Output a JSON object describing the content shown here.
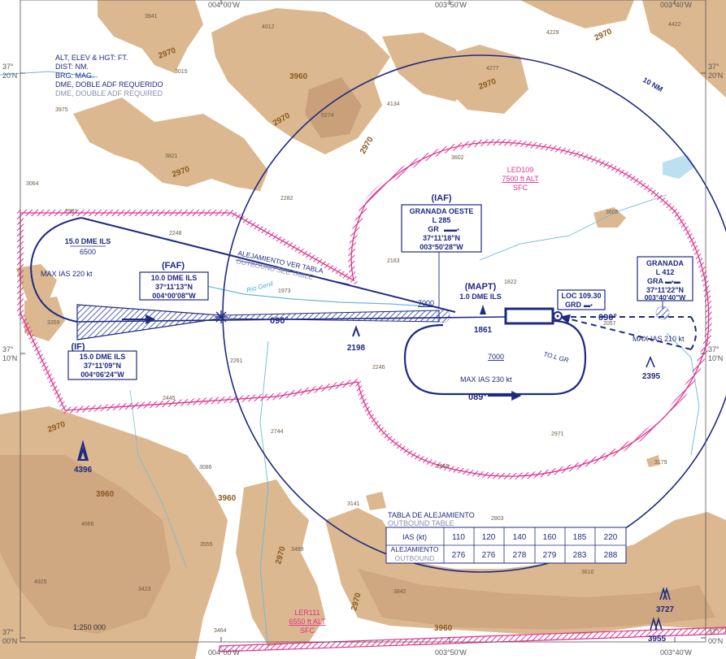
{
  "legend": {
    "units": "ALT, ELEV & HGT: FT.",
    "dist": "DIST: NM.",
    "brg": "BRG: MAG.",
    "dme_es": "DME, DOBLE ADF REQUERIDO",
    "dme_en": "DME, DOUBLE ADF REQUIRED"
  },
  "scale": "1:250 000",
  "border": {
    "lon_left": "004°00'W",
    "lon_mid": "003°50'W",
    "lon_right": "003°40'W",
    "lat_top_a": "37°",
    "lat_top_b": "20'N",
    "lat_mid_a": "37°",
    "lat_mid_b": "10'N",
    "lat_bot_a": "37°",
    "lat_bot_b": "00'N"
  },
  "ring_label": "10 NM",
  "river_label": "Río Genil",
  "iaf": {
    "tag": "(IAF)",
    "name": "GRANADA OESTE",
    "ndb": "L 285",
    "ident": "GR",
    "lat": "37°11'18\"N",
    "lon": "003°50'28\"W"
  },
  "faf": {
    "tag": "(FAF)",
    "dme": "10.0 DME ILS",
    "lat": "37°11'13\"N",
    "lon": "004°00'08\"W"
  },
  "if": {
    "tag": "(IF)",
    "dme": "15.0 DME ILS",
    "lat": "37°11'09\"N",
    "lon": "004°06'24\"W"
  },
  "mapt": {
    "tag": "(MAPT)",
    "dme": "1.0 DME ILS"
  },
  "granada_ndb": {
    "name": "GRANADA",
    "ndb": "L 412",
    "ident": "GRA",
    "lat": "37°11'22\"N",
    "lon": "003°40'40\"W"
  },
  "loc": {
    "freq": "LOC 109.30",
    "ident": "GRD"
  },
  "holding": {
    "dme_top": "15.0 DME ILS",
    "alt_top": "6500",
    "max_ias_220": "MAX IAS 220 kt",
    "max_ias_230": "MAX IAS 230 kt",
    "max_ias_210": "MAX IAS 210 kt",
    "alt_7000": "7000",
    "alt_7000b": "7000",
    "crs_090": "090°",
    "crs_090b": "090°",
    "crs_089": "089°",
    "to_lgr": "TO L GR",
    "outbound_es": "ALEJAMIENTO VER TABLA",
    "outbound_en": "OUTBOUND SEE TABLE"
  },
  "restricted": {
    "led": {
      "name": "LED109",
      "alt": "7500 ft ALT",
      "base": "SFC"
    },
    "ler": {
      "name": "LER111",
      "alt": "6550 ft ALT",
      "base": "SFC"
    }
  },
  "obstacles": [
    "1861",
    "2198",
    "2395",
    "4396",
    "3727",
    "3955"
  ],
  "contours": [
    "2970",
    "2970",
    "2970",
    "2970",
    "2970",
    "2970",
    "2970",
    "2970",
    "2970",
    "3960",
    "3960",
    "3960",
    "3960"
  ],
  "spots": [
    "3941",
    "4012",
    "3015",
    "3975",
    "5274",
    "4134",
    "4277",
    "4229",
    "4422",
    "3821",
    "3064",
    "3602",
    "3605",
    "2282",
    "2981",
    "2248",
    "2163",
    "1973",
    "1822",
    "2057",
    "3359",
    "2261",
    "2246",
    "2445",
    "2744",
    "2955",
    "2971",
    "3179",
    "3086",
    "3141",
    "2803",
    "3489",
    "3555",
    "3423",
    "4666",
    "4925",
    "3610",
    "3842",
    "3464"
  ],
  "table": {
    "title_es": "TABLA DE ALEJAMIENTO",
    "title_en": "OUTBOUND TABLE",
    "ias_label": "IAS (kt)",
    "ale_es": "ALEJAMIENTO",
    "ale_en": "OUTBOUND",
    "ias": [
      "110",
      "120",
      "140",
      "160",
      "185",
      "220"
    ],
    "outbound": [
      "276",
      "276",
      "278",
      "279",
      "283",
      "288"
    ]
  }
}
